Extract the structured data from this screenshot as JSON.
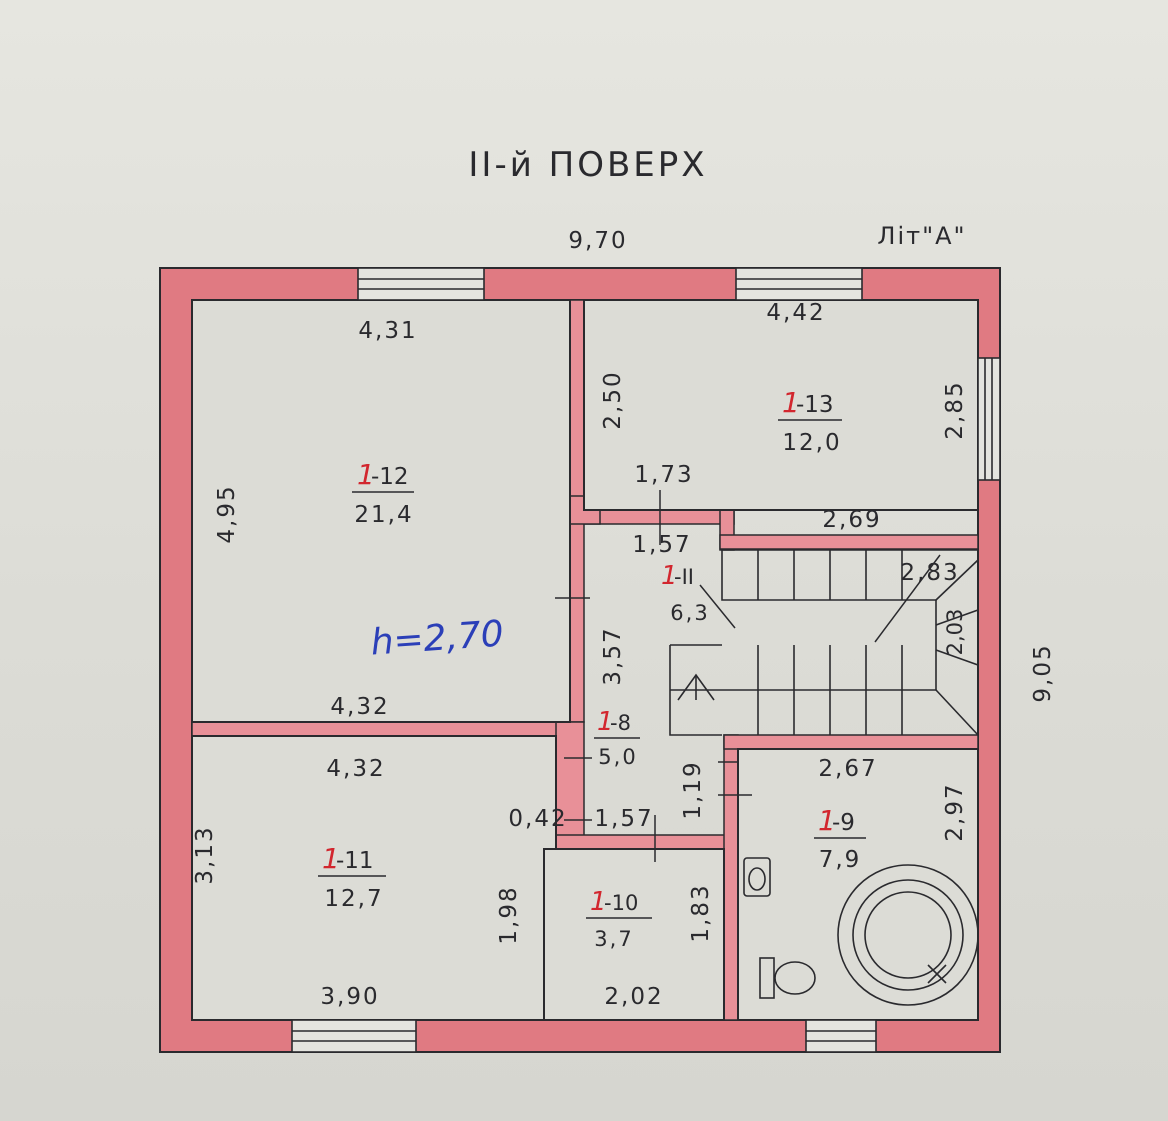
{
  "title": "II-й ПОВЕРХ",
  "letter_label": "Літ\"А\"",
  "ceiling_height": "h=2,70",
  "overall": {
    "width": "9,70",
    "height": "9,05"
  },
  "rooms": [
    {
      "prefix": "1",
      "num": "-12",
      "area": "21,4"
    },
    {
      "prefix": "1",
      "num": "-13",
      "area": "12,0"
    },
    {
      "prefix": "1",
      "num": "-II",
      "area": "6,3"
    },
    {
      "prefix": "1",
      "num": "-8",
      "area": "5,0"
    },
    {
      "prefix": "1",
      "num": "-11",
      "area": "12,7"
    },
    {
      "prefix": "1",
      "num": "-10",
      "area": "3,7"
    },
    {
      "prefix": "1",
      "num": "-9",
      "area": "7,9"
    }
  ],
  "dimensions": {
    "r12_top": "4,31",
    "r12_left": "4,95",
    "r12_bottom": "4,32",
    "r13_top": "4,42",
    "r13_left": "2,50",
    "r13_right": "2,85",
    "r13_step": "1,73",
    "r13_bottom": "2,69",
    "corr_top": "1,57",
    "corr_height": "3,57",
    "corr_bottom": "1,57",
    "corr_right": "1,19",
    "corr_nib": "0,42",
    "stair_width": "2,83",
    "stair_height": "2,03",
    "r11_top": "4,32",
    "r11_left": "3,13",
    "r11_right": "1,98",
    "r11_bottom": "3,90",
    "r10_right": "1,83",
    "r10_bottom": "2,02",
    "r9_top": "2,67",
    "r9_right": "2,97"
  },
  "colors": {
    "wall": "#e07a82",
    "line": "#2a2a2e",
    "note": "#2b3fb8",
    "mark": "#d2262e",
    "paper": "#deded8"
  }
}
